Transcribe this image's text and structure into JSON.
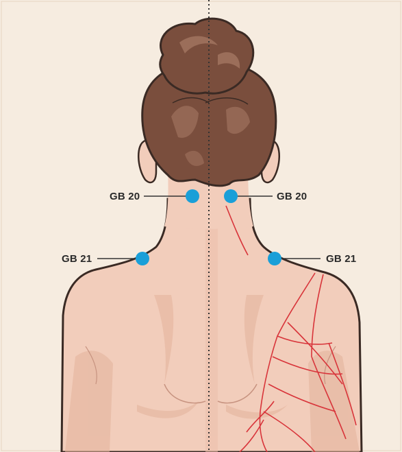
{
  "colors": {
    "background": "#f6ece0",
    "skin": "#f2cdbb",
    "skin_shadow": "#e3b29b",
    "hair": "#7a4e3d",
    "hair_highlight": "#9b6e5a",
    "outline": "#3a2a24",
    "acupoint": "#1a9fd8",
    "meridian": "#d8343a",
    "leader_line": "#333333"
  },
  "acupoints": [
    {
      "id": "gb20-left",
      "label": "GB 20",
      "side": "left"
    },
    {
      "id": "gb20-right",
      "label": "GB 20",
      "side": "right"
    },
    {
      "id": "gb21-left",
      "label": "GB 21",
      "side": "left"
    },
    {
      "id": "gb21-right",
      "label": "GB 21",
      "side": "right"
    }
  ]
}
